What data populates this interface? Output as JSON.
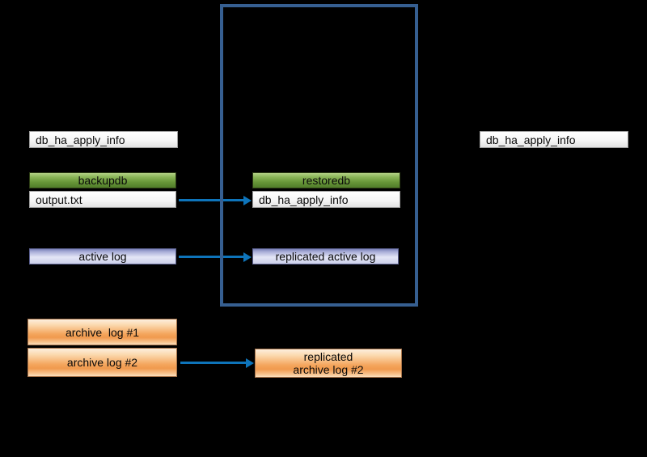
{
  "colors": {
    "background": "#000000",
    "container-border": "#365f91",
    "arrow": "#0e74ba",
    "green-box": "#679638",
    "lavender-box": "#ccd0ea",
    "orange-box": "#f09a4e"
  },
  "master_host": {
    "db_ha_apply_info": "db_ha_apply_info",
    "backupdb": "backupdb",
    "output_txt": "output.txt",
    "active_log": "active log",
    "archive_log_1": "archive  log #1",
    "archive_log_2": "archive log #2"
  },
  "restore_host": {
    "restoredb": "restoredb",
    "db_ha_apply_info": "db_ha_apply_info",
    "replicated_active_log": "replicated active log",
    "replicated_archive_log_2": "replicated\narchive log #2"
  },
  "standby_host": {
    "db_ha_apply_info": "db_ha_apply_info"
  }
}
